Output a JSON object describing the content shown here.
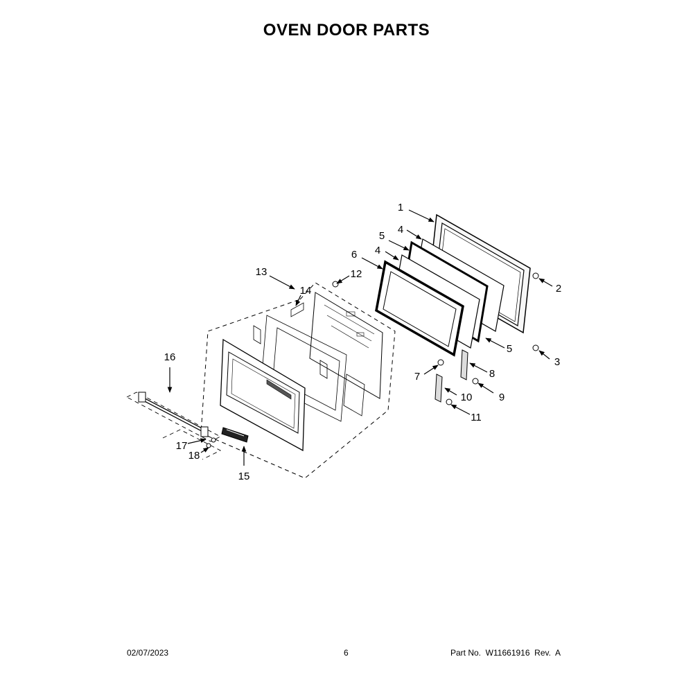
{
  "title": "OVEN DOOR PARTS",
  "callouts": {
    "c1": "1",
    "c2": "2",
    "c3": "3",
    "c4a": "4",
    "c4b": "4",
    "c5a": "5",
    "c5b": "5",
    "c6": "6",
    "c7": "7",
    "c8": "8",
    "c9": "9",
    "c10": "10",
    "c11": "11",
    "c12": "12",
    "c13": "13",
    "c14": "14",
    "c15": "15",
    "c16": "16",
    "c17": "17",
    "c18": "18"
  },
  "footer": {
    "date": "02/07/2023",
    "page": "6",
    "part": "Part No.  W11661916  Rev.  A"
  }
}
